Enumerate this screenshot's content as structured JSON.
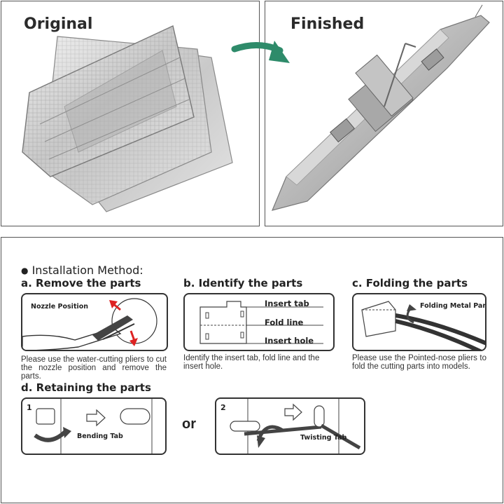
{
  "comparison": {
    "original_title": "Original",
    "finished_title": "Finished",
    "arrow_color": "#2e8b6a"
  },
  "instructions": {
    "method_title": "Installation Method:",
    "steps": [
      {
        "heading": "a. Remove the parts",
        "labels": [
          "Nozzle Position"
        ],
        "description": "Please use the water-cutting pliers to cut the nozzle position and remove the parts."
      },
      {
        "heading": "b. Identify the parts",
        "labels": [
          "Insert tab",
          "Fold line",
          "Insert hole"
        ],
        "description": "Identify the insert tab, fold line and the insert hole."
      },
      {
        "heading": "c. Folding the parts",
        "labels": [
          "Folding Metal Part"
        ],
        "description": "Please use the Pointed-nose pliers to fold the cutting parts into models."
      }
    ],
    "retaining": {
      "heading": "d. Retaining the parts",
      "option1_number": "1",
      "option1_label": "Bending Tab",
      "or_text": "or",
      "option2_number": "2",
      "option2_label": "Twisting Tab"
    }
  }
}
